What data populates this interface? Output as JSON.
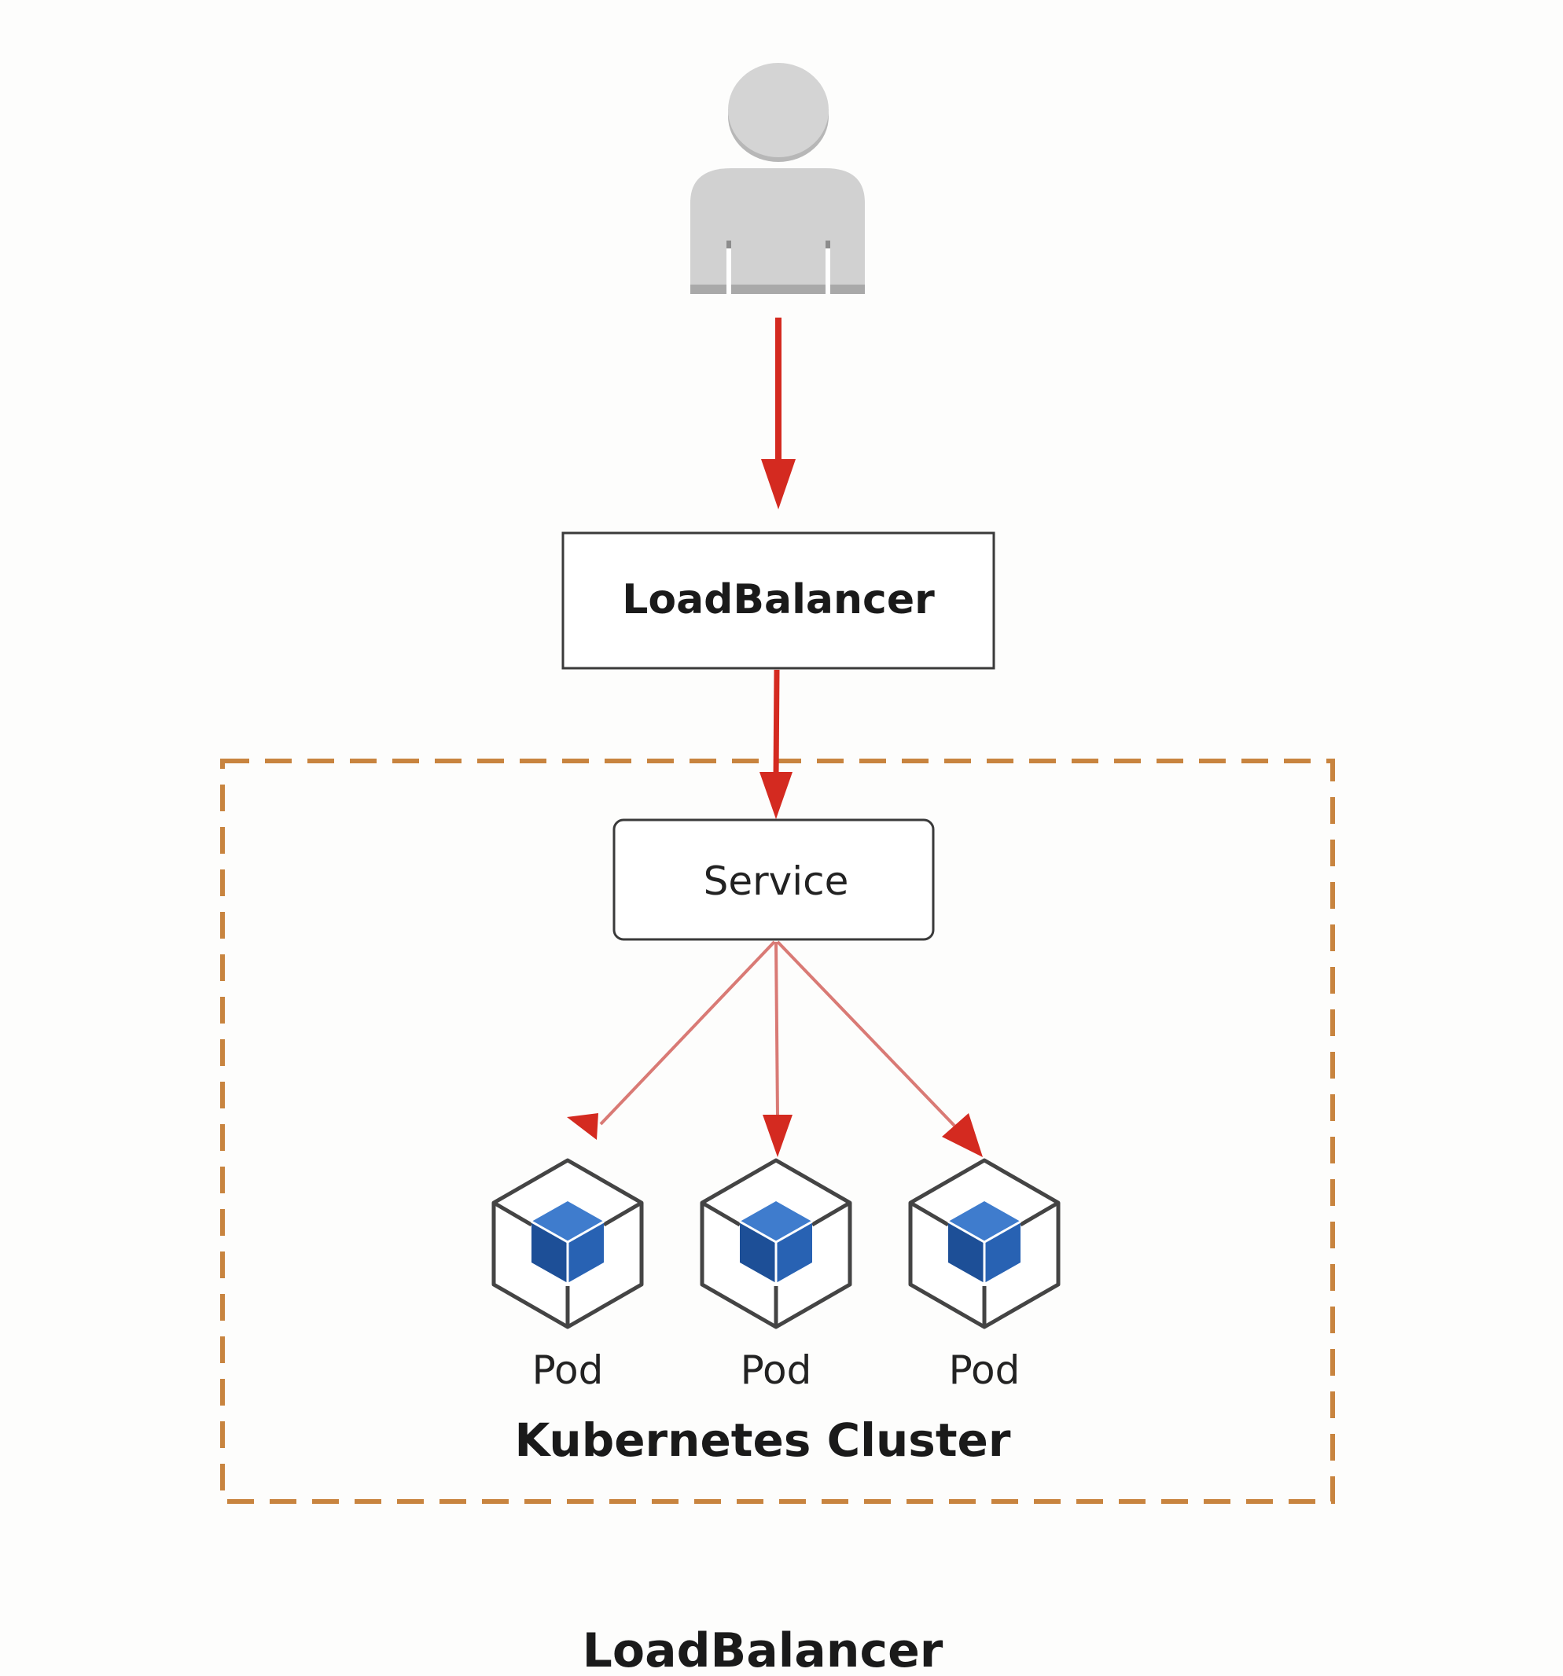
{
  "colors": {
    "background": "#fdfdfc",
    "arrow": "#d42a20",
    "arrow_light": "#d97a75",
    "cluster_border": "#c8843f",
    "box_border": "#3a3a3a",
    "user_icon": "#cfcfcf",
    "pod_outline": "#444444",
    "pod_cube": "#1f5aa8"
  },
  "user": {
    "icon": "user-icon"
  },
  "load_balancer_box": {
    "label": "LoadBalancer"
  },
  "cluster": {
    "label": "Kubernetes Cluster",
    "service": {
      "label": "Service"
    },
    "pods": [
      {
        "label": "Pod",
        "icon": "pod-cube-icon"
      },
      {
        "label": "Pod",
        "icon": "pod-cube-icon"
      },
      {
        "label": "Pod",
        "icon": "pod-cube-icon"
      }
    ]
  },
  "footer": {
    "caption": "LoadBalancer"
  }
}
